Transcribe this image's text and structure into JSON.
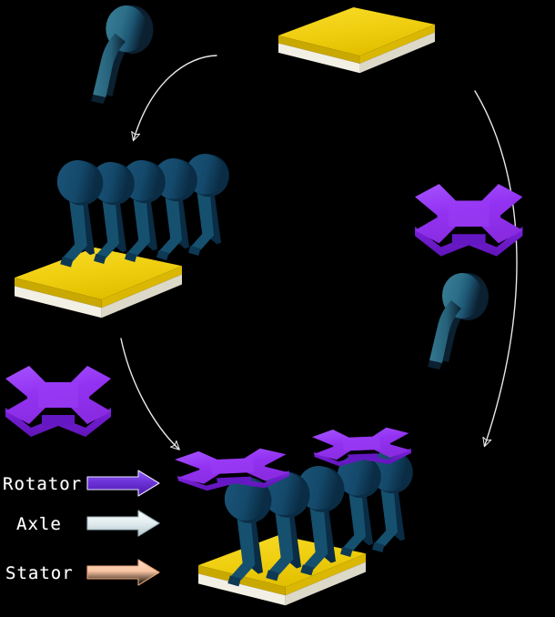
{
  "figure": {
    "title": "Molecular rotor self-assembly cycle on gold substrate",
    "background_color": "#000000"
  },
  "legend": {
    "items": [
      {
        "label": "Rotator",
        "arrow_color": "#7a40e0",
        "arrow_edge": "#e8e4ff",
        "name": "rotator"
      },
      {
        "label": "Axle",
        "arrow_color": "#dbe8ea",
        "arrow_edge": "#9fb3bc",
        "name": "axle"
      },
      {
        "label": "Stator",
        "arrow_color": "#f7c3a0",
        "arrow_edge": "#e8a377",
        "name": "stator"
      }
    ]
  },
  "palette": {
    "rotator_top": "#9b3cf5",
    "rotator_side": "#7a1fe0",
    "rotator_dark": "#5f14b8",
    "axle_light": "#2c6e87",
    "axle_mid": "#1d5673",
    "axle_dark": "#0d2638",
    "axle_navy": "#14496b",
    "stator_gold_top": "#f2d21a",
    "stator_gold_side": "#c9a800",
    "stator_base": "#f2efe4",
    "stator_base_side": "#d8d4c4",
    "arrow_stroke": "#e8e8e8"
  },
  "stages": [
    {
      "id": "axle-single-top",
      "kind": "axle-molecule",
      "caption": "free axle molecule"
    },
    {
      "id": "stator-slab-top",
      "kind": "gold-substrate",
      "caption": "bare gold stator surface"
    },
    {
      "id": "axle-monolayer",
      "kind": "axle-array",
      "caption": "axle monolayer on stator",
      "axle_count": 5
    },
    {
      "id": "rotator-free-right",
      "kind": "rotator-cross",
      "caption": "free rotator unit"
    },
    {
      "id": "axle-single-right",
      "kind": "axle-molecule",
      "caption": "free axle molecule"
    },
    {
      "id": "rotator-free-left",
      "kind": "rotator-cross",
      "caption": "free rotator unit"
    },
    {
      "id": "assembled-rotors",
      "kind": "assembled-array",
      "caption": "assembled rotors on stator",
      "rotator_count": 2
    }
  ],
  "flow_arrows": [
    {
      "id": "arrow-top-left",
      "from": "axle-single-top",
      "to": "axle-monolayer"
    },
    {
      "id": "arrow-right-big",
      "from": "stator-slab-top",
      "to": "assembled-rotors"
    },
    {
      "id": "arrow-bottom-left",
      "from": "axle-monolayer",
      "to": "assembled-rotors"
    }
  ]
}
